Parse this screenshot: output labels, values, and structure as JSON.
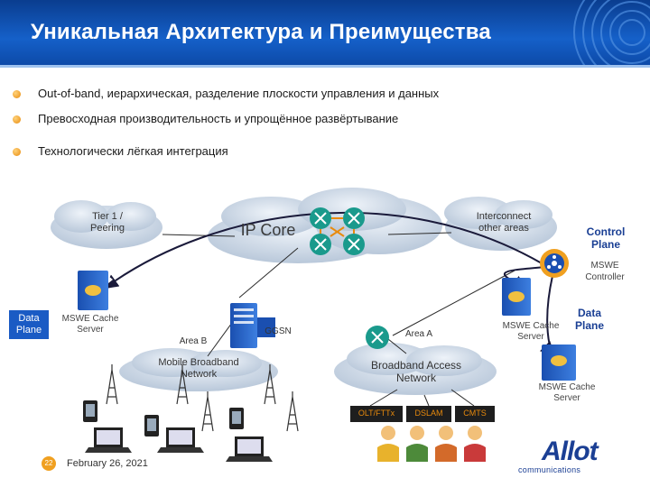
{
  "header": {
    "title": "Уникальная Архитектура и Преимущества"
  },
  "bullets": [
    "Out-of-band, иерархическая, разделение плоскости управления и данных",
    "Превосходная производительность и упрощённое развёртывание",
    "Технологически лёгкая интеграция"
  ],
  "diagram": {
    "tier1": "Tier 1 / Peering",
    "ip_core": "IP Core",
    "interconnect": "Interconnect other areas",
    "control_plane": "Control Plane",
    "mswe_controller": "MSWE Controller",
    "data_plane_left": "Data Plane",
    "mswe_cache_left": "MSWE Cache Server",
    "area_b": "Area B",
    "ggsn": "GGSN",
    "area_a": "Area A",
    "mswe_cache_right": "MSWE Cache Server",
    "data_plane_right": "Data Plane",
    "mobile_broadband": "Mobile Broadband Network",
    "broadband_access": "Broadband Access Network",
    "mswe_cache_lower": "MSWE Cache Server",
    "olt": "OLT/FTTx",
    "dslam": "DSLAM",
    "cmts": "CMTS"
  },
  "footer": {
    "slide_number": "22",
    "date": "February 26, 2021"
  },
  "logo": {
    "word": "Allot",
    "sub": "communications"
  },
  "colors": {
    "header": "#1560c9",
    "accent": "#e88a0c",
    "router": "#1a9a8c",
    "cloud": "#cfd9e6",
    "badge": "#1a5bc4"
  }
}
